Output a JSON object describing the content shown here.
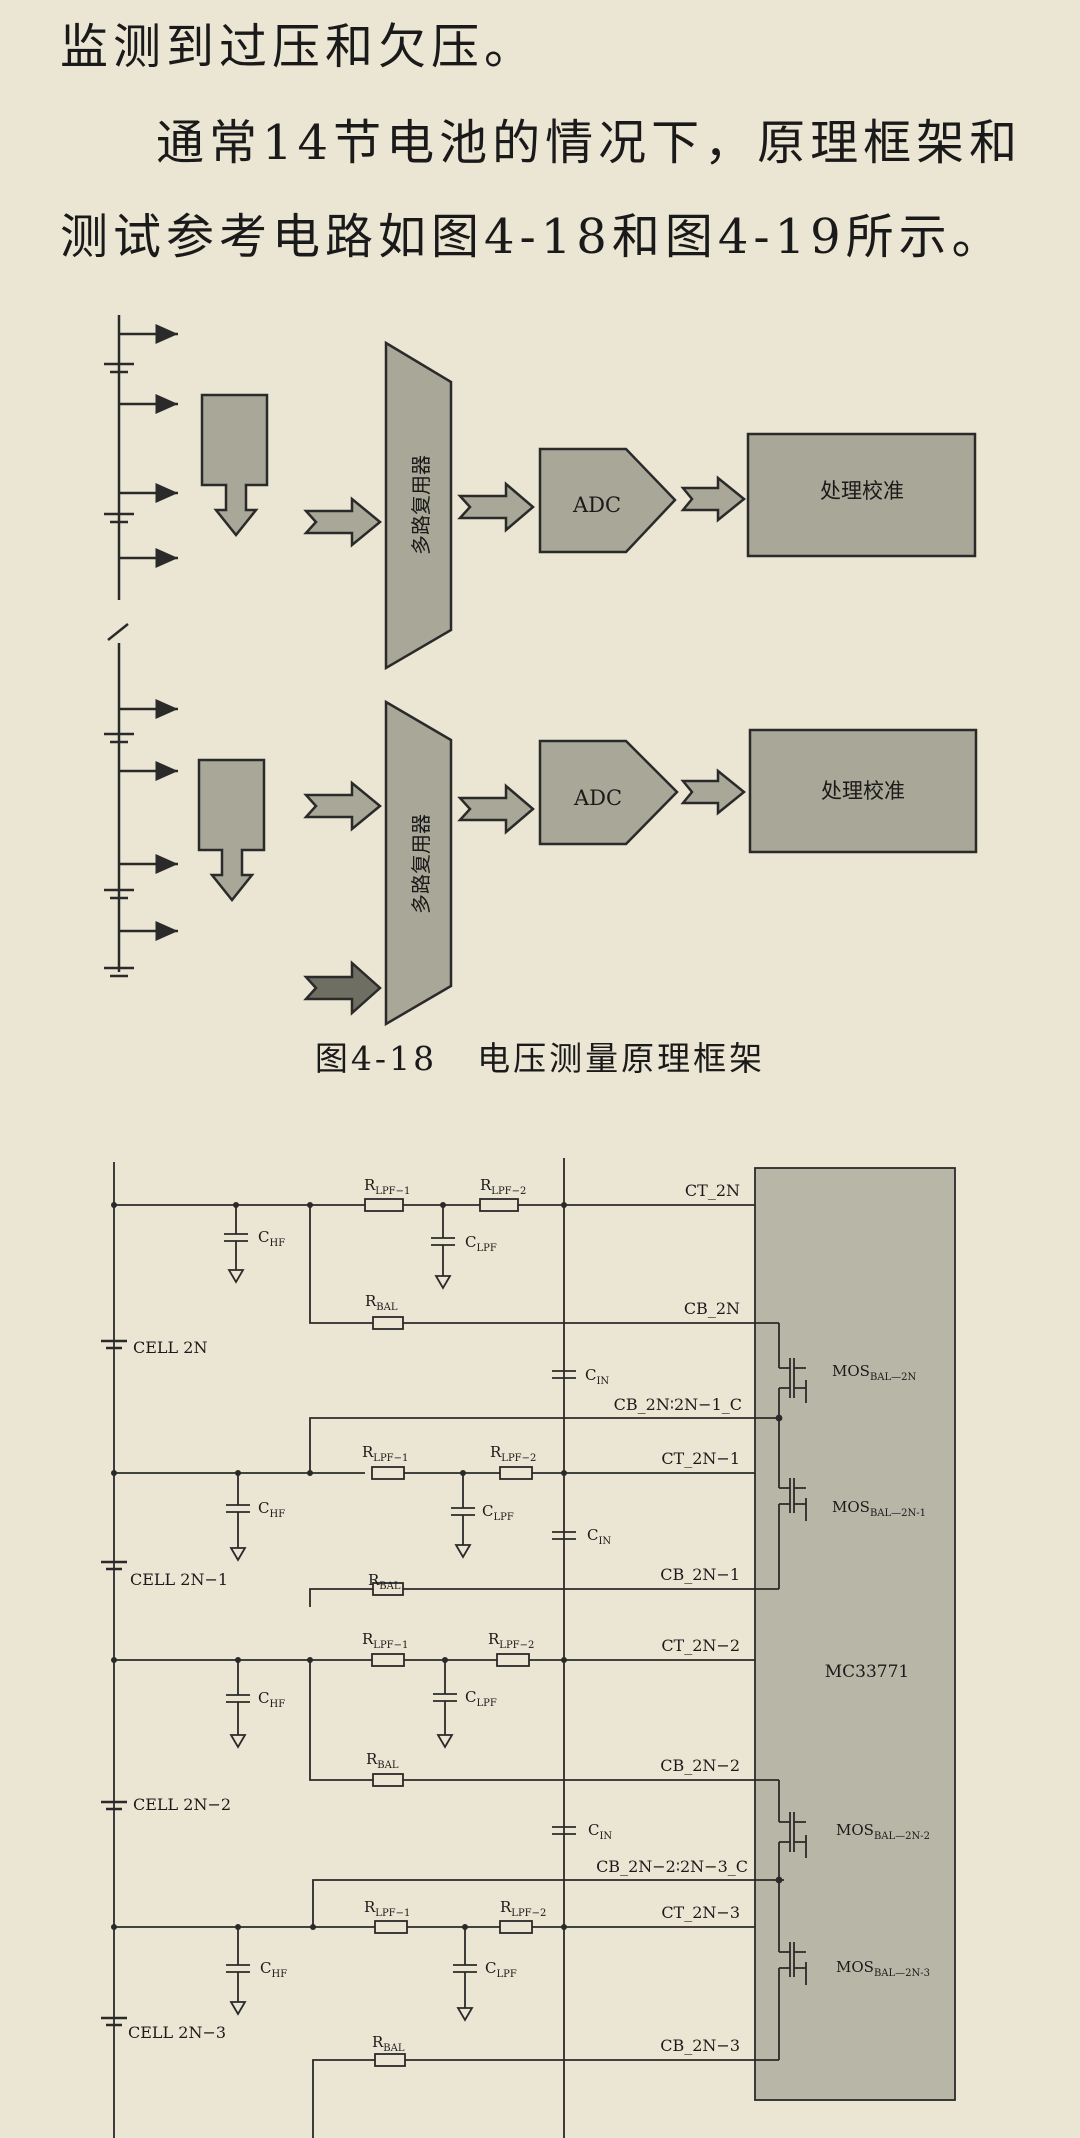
{
  "text": {
    "line1": "监测到过压和欠压。",
    "para2": "通常14节电池的情况下，原理框架和测试参考电路如图4-18和图4-19所示。"
  },
  "figure18": {
    "caption_number": "图4-18",
    "caption_title": "电压测量原理框架",
    "mux_label": "多路复用器",
    "adc_label": "ADC",
    "proc_label": "处理校准"
  },
  "figure19": {
    "chip": "MC33771",
    "cells": [
      "CELL 2N",
      "CELL 2N−1",
      "CELL 2N−2",
      "CELL 2N−3"
    ],
    "r_lpf1": "R",
    "r_lpf1_sub": "LPF−1",
    "r_lpf2": "R",
    "r_lpf2_sub": "LPF−2",
    "r_bal": "R",
    "r_bal_sub": "BAL",
    "c_hf": "C",
    "c_hf_sub": "HF",
    "c_lpf": "C",
    "c_lpf_sub": "LPF",
    "c_in": "C",
    "c_in_sub": "IN",
    "mos": "MOS",
    "mos_subs": [
      "BAL—2N",
      "BAL—2N-1",
      "BAL—2N-2",
      "BAL—2N-3"
    ],
    "pins": {
      "ct_2n": "CT_2N",
      "cb_2n": "CB_2N",
      "cb_2n_2n1_c": "CB_2N∶2N−1_C",
      "ct_2n1": "CT_2N−1",
      "cb_2n1": "CB_2N−1",
      "ct_2n2": "CT_2N−2",
      "cb_2n2": "CB_2N−2",
      "cb_2n2_2n3_c": "CB_2N−2∶2N−3_C",
      "ct_2n3": "CT_2N−3",
      "cb_2n3": "CB_2N−3"
    }
  },
  "colors": {
    "background": "#ebe5d3",
    "block_fill": "#a9a797",
    "chip_fill": "#b8b6a6",
    "line": "#2a2a2a"
  }
}
